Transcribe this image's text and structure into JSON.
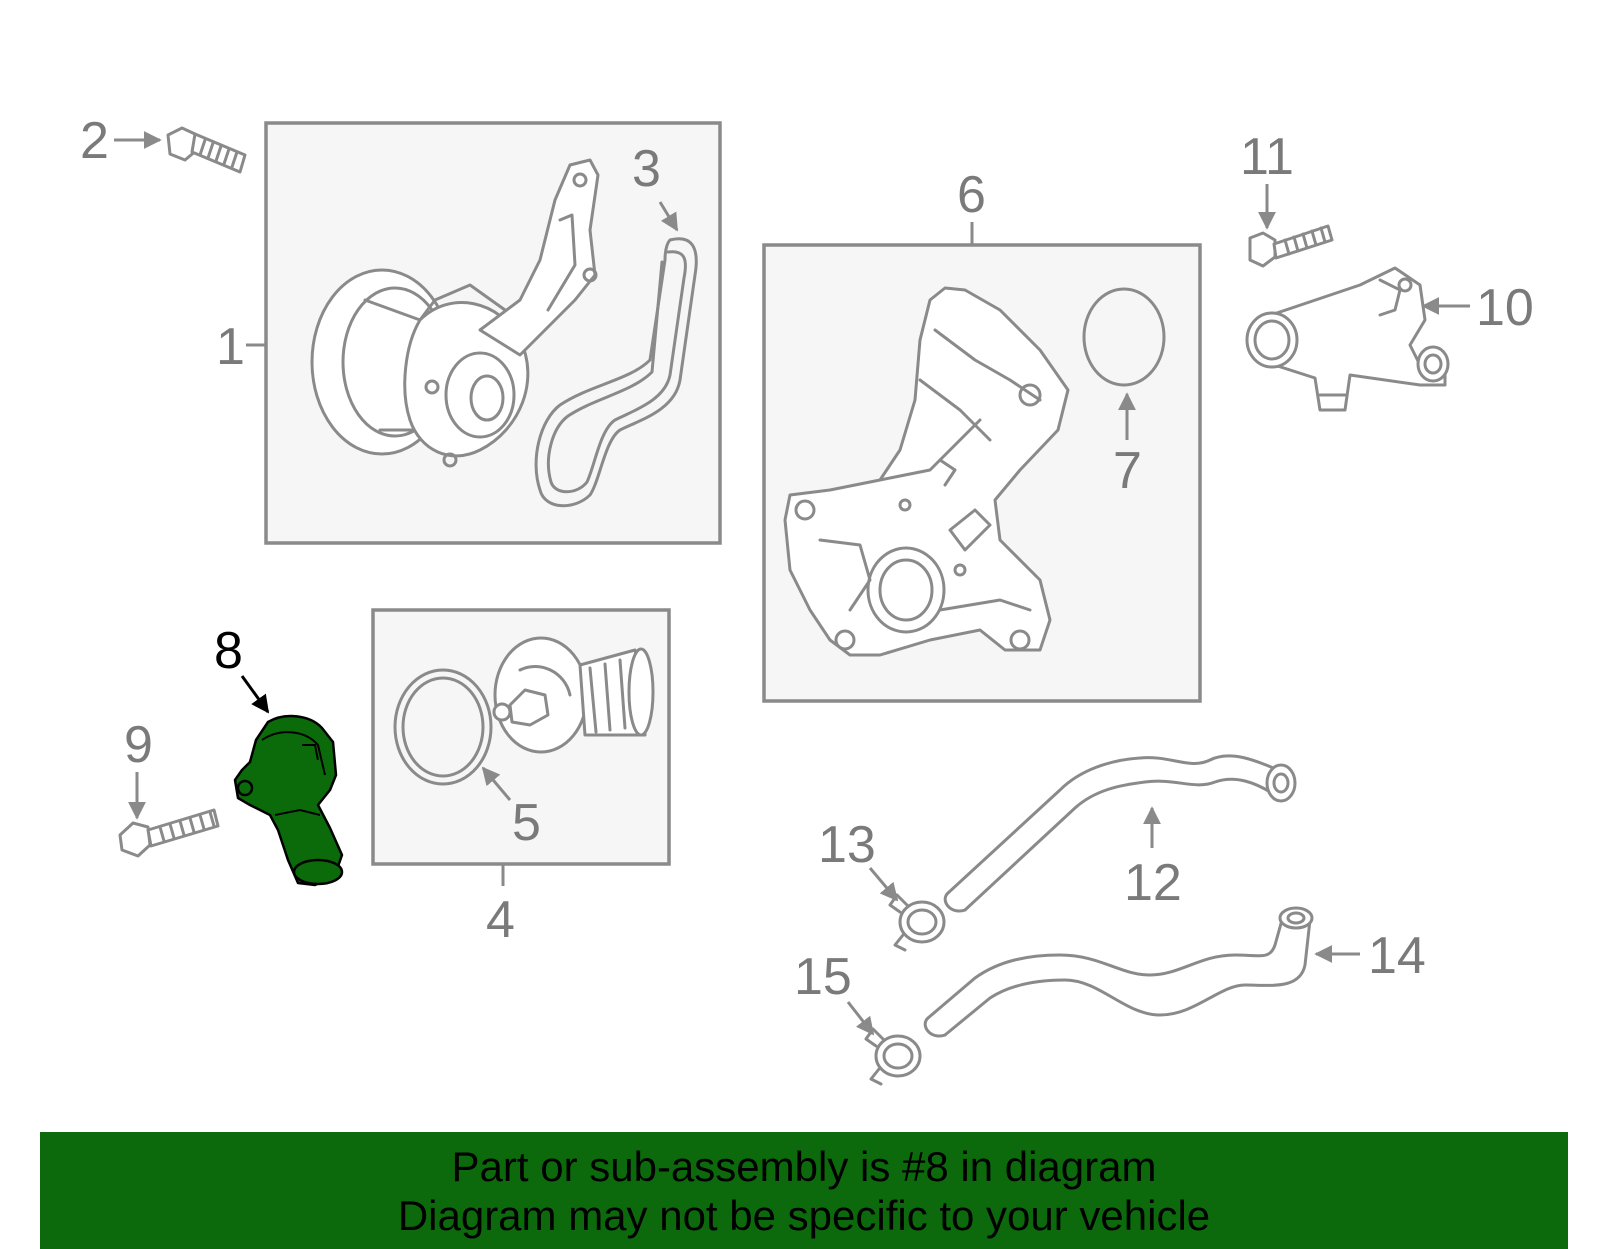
{
  "diagram": {
    "highlighted_part": "8",
    "highlight_color": "#0c6a0c",
    "callouts": {
      "c1": "1",
      "c2": "2",
      "c3": "3",
      "c4": "4",
      "c5": "5",
      "c6": "6",
      "c7": "7",
      "c8": "8",
      "c9": "9",
      "c10": "10",
      "c11": "11",
      "c12": "12",
      "c13": "13",
      "c14": "14",
      "c15": "15"
    }
  },
  "banner": {
    "line1": "Part or sub-assembly is #8 in diagram",
    "line2": "Diagram may not be specific to your vehicle",
    "background": "#0c6a0c"
  }
}
